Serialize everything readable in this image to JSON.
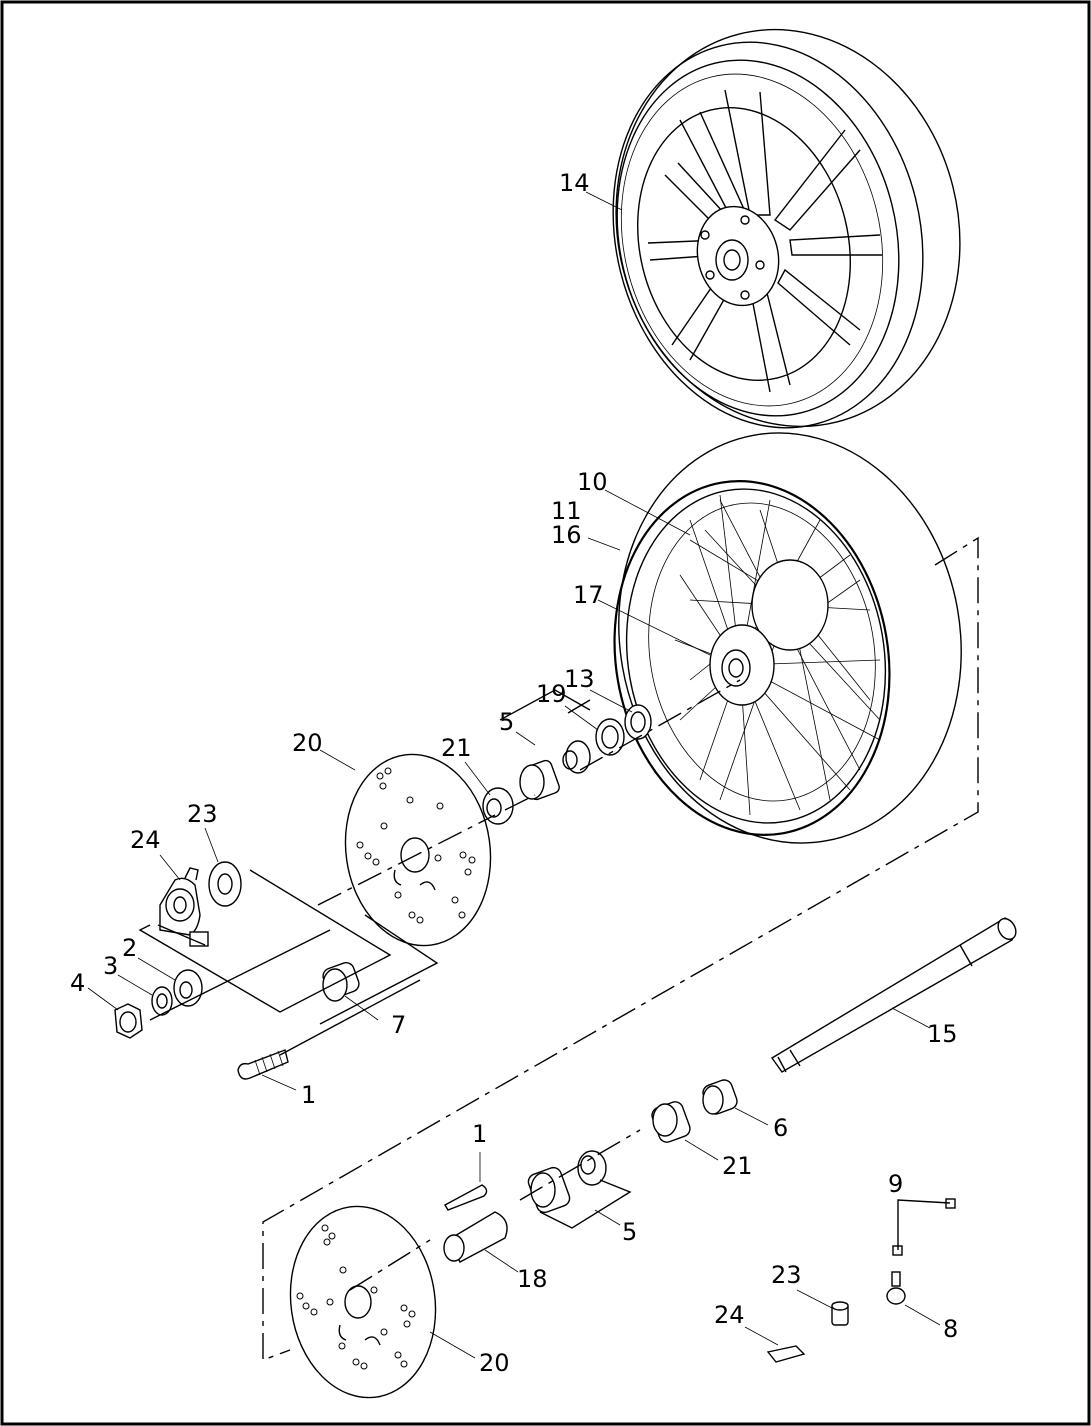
{
  "callouts": {
    "c14": "14",
    "c10": "10",
    "c11": "11",
    "c16": "16",
    "c17": "17",
    "c13": "13",
    "c19": "19",
    "c5a": "5",
    "c21a": "21",
    "c20a": "20",
    "c23a": "23",
    "c24a": "24",
    "c2": "2",
    "c3": "3",
    "c4": "4",
    "c7": "7",
    "c1a": "1",
    "c15": "15",
    "c6": "6",
    "c21b": "21",
    "c1b": "1",
    "c5b": "5",
    "c18": "18",
    "c20b": "20",
    "c9": "9",
    "c23b": "23",
    "c8": "8",
    "c24b": "24"
  }
}
